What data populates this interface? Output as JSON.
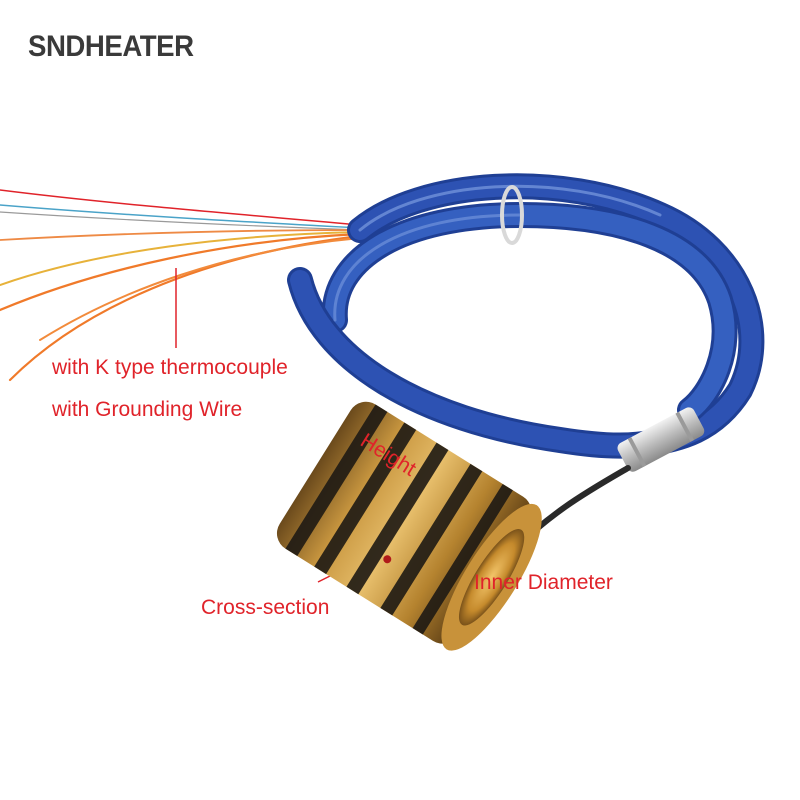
{
  "brand": {
    "logo_text": "SNDHEATER"
  },
  "labels": {
    "thermocouple": "with K type thermocouple",
    "grounding": "with Grounding Wire",
    "height": "Height",
    "inner_diameter": "Inner Diameter",
    "cross_section": "Cross-section"
  },
  "colors": {
    "label_red": "#e0232a",
    "cable_blue": "#2d52b3",
    "brass": "#b8873a",
    "wire_orange": "#f07a2a"
  }
}
